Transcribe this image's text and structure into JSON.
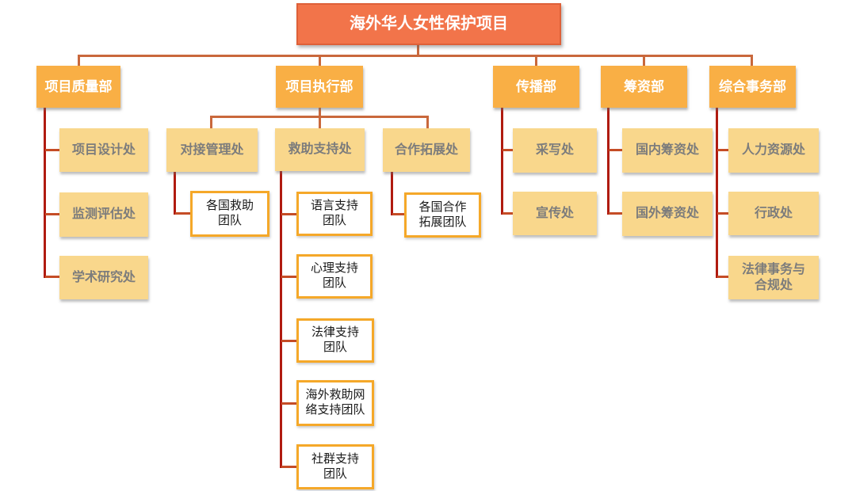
{
  "root": {
    "label": "海外华人女性保护项目"
  },
  "departments": [
    {
      "label": "项目质量部",
      "children": [
        {
          "label": "项目设计处"
        },
        {
          "label": "监测评估处"
        },
        {
          "label": "学术研究处"
        }
      ]
    },
    {
      "label": "项目执行部",
      "children": [
        {
          "label": "对接管理处",
          "teams": [
            {
              "label": "各国救助\n团队"
            }
          ]
        },
        {
          "label": "救助支持处",
          "teams": [
            {
              "label": "语言支持\n团队"
            },
            {
              "label": "心理支持\n团队"
            },
            {
              "label": "法律支持\n团队"
            },
            {
              "label": "海外救助网\n络支持团队"
            },
            {
              "label": "社群支持\n团队"
            }
          ]
        },
        {
          "label": "合作拓展处",
          "teams": [
            {
              "label": "各国合作\n拓展团队"
            }
          ]
        }
      ]
    },
    {
      "label": "传播部",
      "children": [
        {
          "label": "采写处"
        },
        {
          "label": "宣传处"
        }
      ]
    },
    {
      "label": "筹资部",
      "children": [
        {
          "label": "国内筹资处"
        },
        {
          "label": "国外筹资处"
        }
      ]
    },
    {
      "label": "综合事务部",
      "children": [
        {
          "label": "人力资源处"
        },
        {
          "label": "行政处"
        },
        {
          "label": "法律事务与\n合规处"
        }
      ]
    }
  ],
  "colors": {
    "root_fill": "#F2744A",
    "root_border": "#DE6038",
    "dept_fill": "#F9AF45",
    "office_fill": "#F9D78C",
    "office_text": "#7C7C7C",
    "team_border": "#F5A829",
    "line_top": "#C9683C",
    "line_trunk": "#B01B10",
    "line_stub": "#C54C26"
  }
}
